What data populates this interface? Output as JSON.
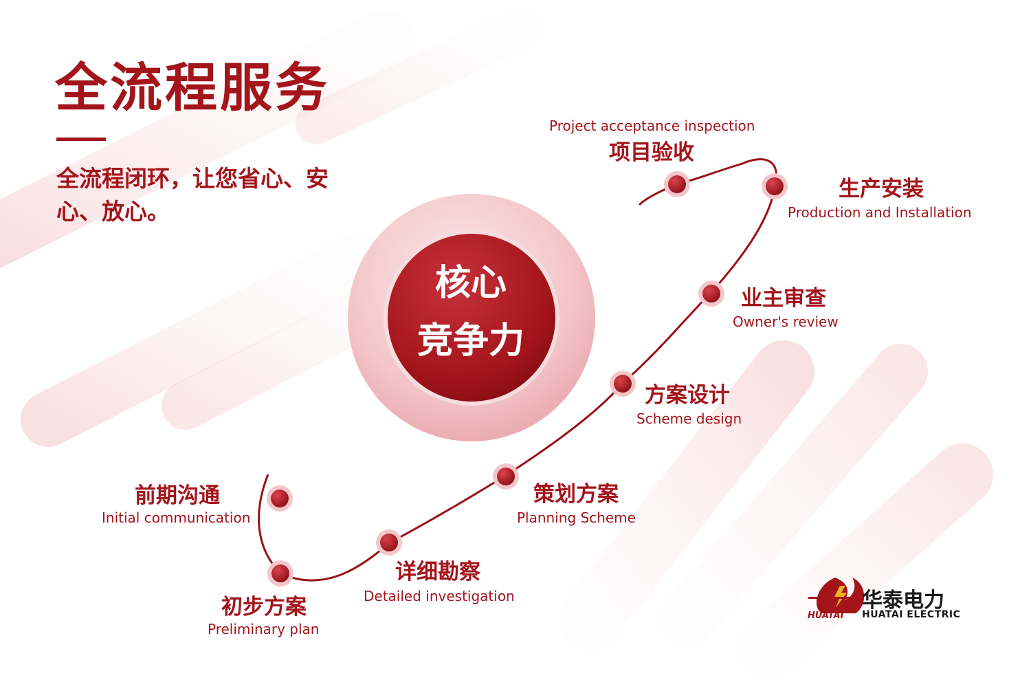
{
  "header": {
    "title": "全流程服务",
    "subtitle": "全流程闭环，让您省心、安心、放心。"
  },
  "core": {
    "line1": "核心",
    "line2": "竞争力"
  },
  "steps": [
    {
      "zh": "前期沟通",
      "en": "Initial communication"
    },
    {
      "zh": "初步方案",
      "en": "Preliminary plan"
    },
    {
      "zh": "详细勘察",
      "en": "Detailed investigation"
    },
    {
      "zh": "策划方案",
      "en": "Planning Scheme"
    },
    {
      "zh": "方案设计",
      "en": "Scheme design"
    },
    {
      "zh": "业主审查",
      "en": "Owner's review"
    },
    {
      "zh": "生产安装",
      "en": "Production and Installation"
    },
    {
      "zh": "项目验收",
      "en": "Project acceptance inspection"
    }
  ],
  "logo": {
    "name_zh": "华泰电力",
    "name_en": "HUATAI ELECTRIC",
    "tag": "HUATAI"
  },
  "colors": {
    "primary": "#a3141b",
    "path": "#9b0f18",
    "accent_light": "#f6d3d6"
  }
}
